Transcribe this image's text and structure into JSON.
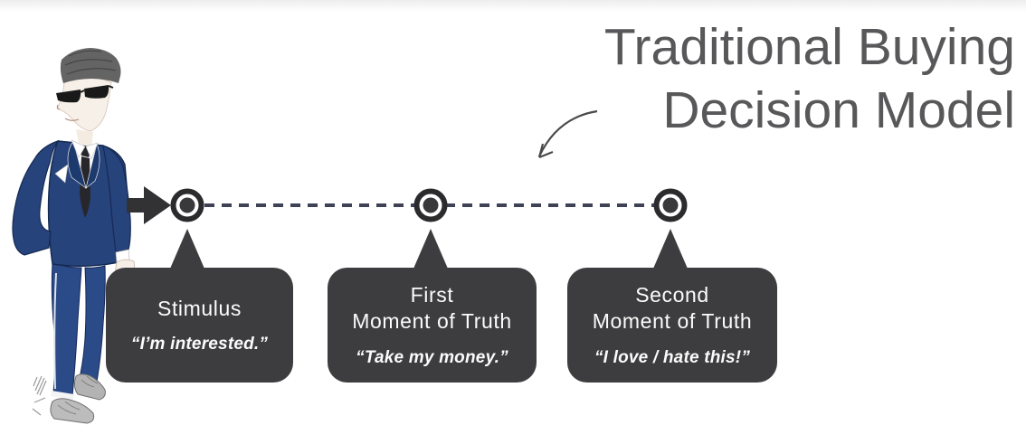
{
  "title": {
    "line1": "Traditional Buying",
    "line2": "Decision Model"
  },
  "icons": {
    "figure": "businessman-in-navy-suit-sketch",
    "flow_arrow": "solid-right-block-arrow",
    "title_pointer": "curved-down-left-arrow",
    "timeline_node": "ringed-dot"
  },
  "bubbles": [
    {
      "heading_line1": "Stimulus",
      "heading_line2": "",
      "quote": "“I’m interested.”"
    },
    {
      "heading_line1": "First",
      "heading_line2": "Moment of Truth",
      "quote": "“Take my money.”"
    },
    {
      "heading_line1": "Second",
      "heading_line2": "Moment of Truth",
      "quote": "“I love / hate this!”"
    }
  ],
  "colors": {
    "title_text": "#58585a",
    "bubble_bg": "#3d3d3f",
    "bubble_text": "#fbfbfb",
    "dash": "#3e4254",
    "node_ring": "#2b2b2e",
    "node_core": "#39393c",
    "block_arrow": "#323235",
    "suit_navy": "#27437c",
    "suit_dark": "#152a52",
    "shoe_gray": "#b5b5b5"
  }
}
